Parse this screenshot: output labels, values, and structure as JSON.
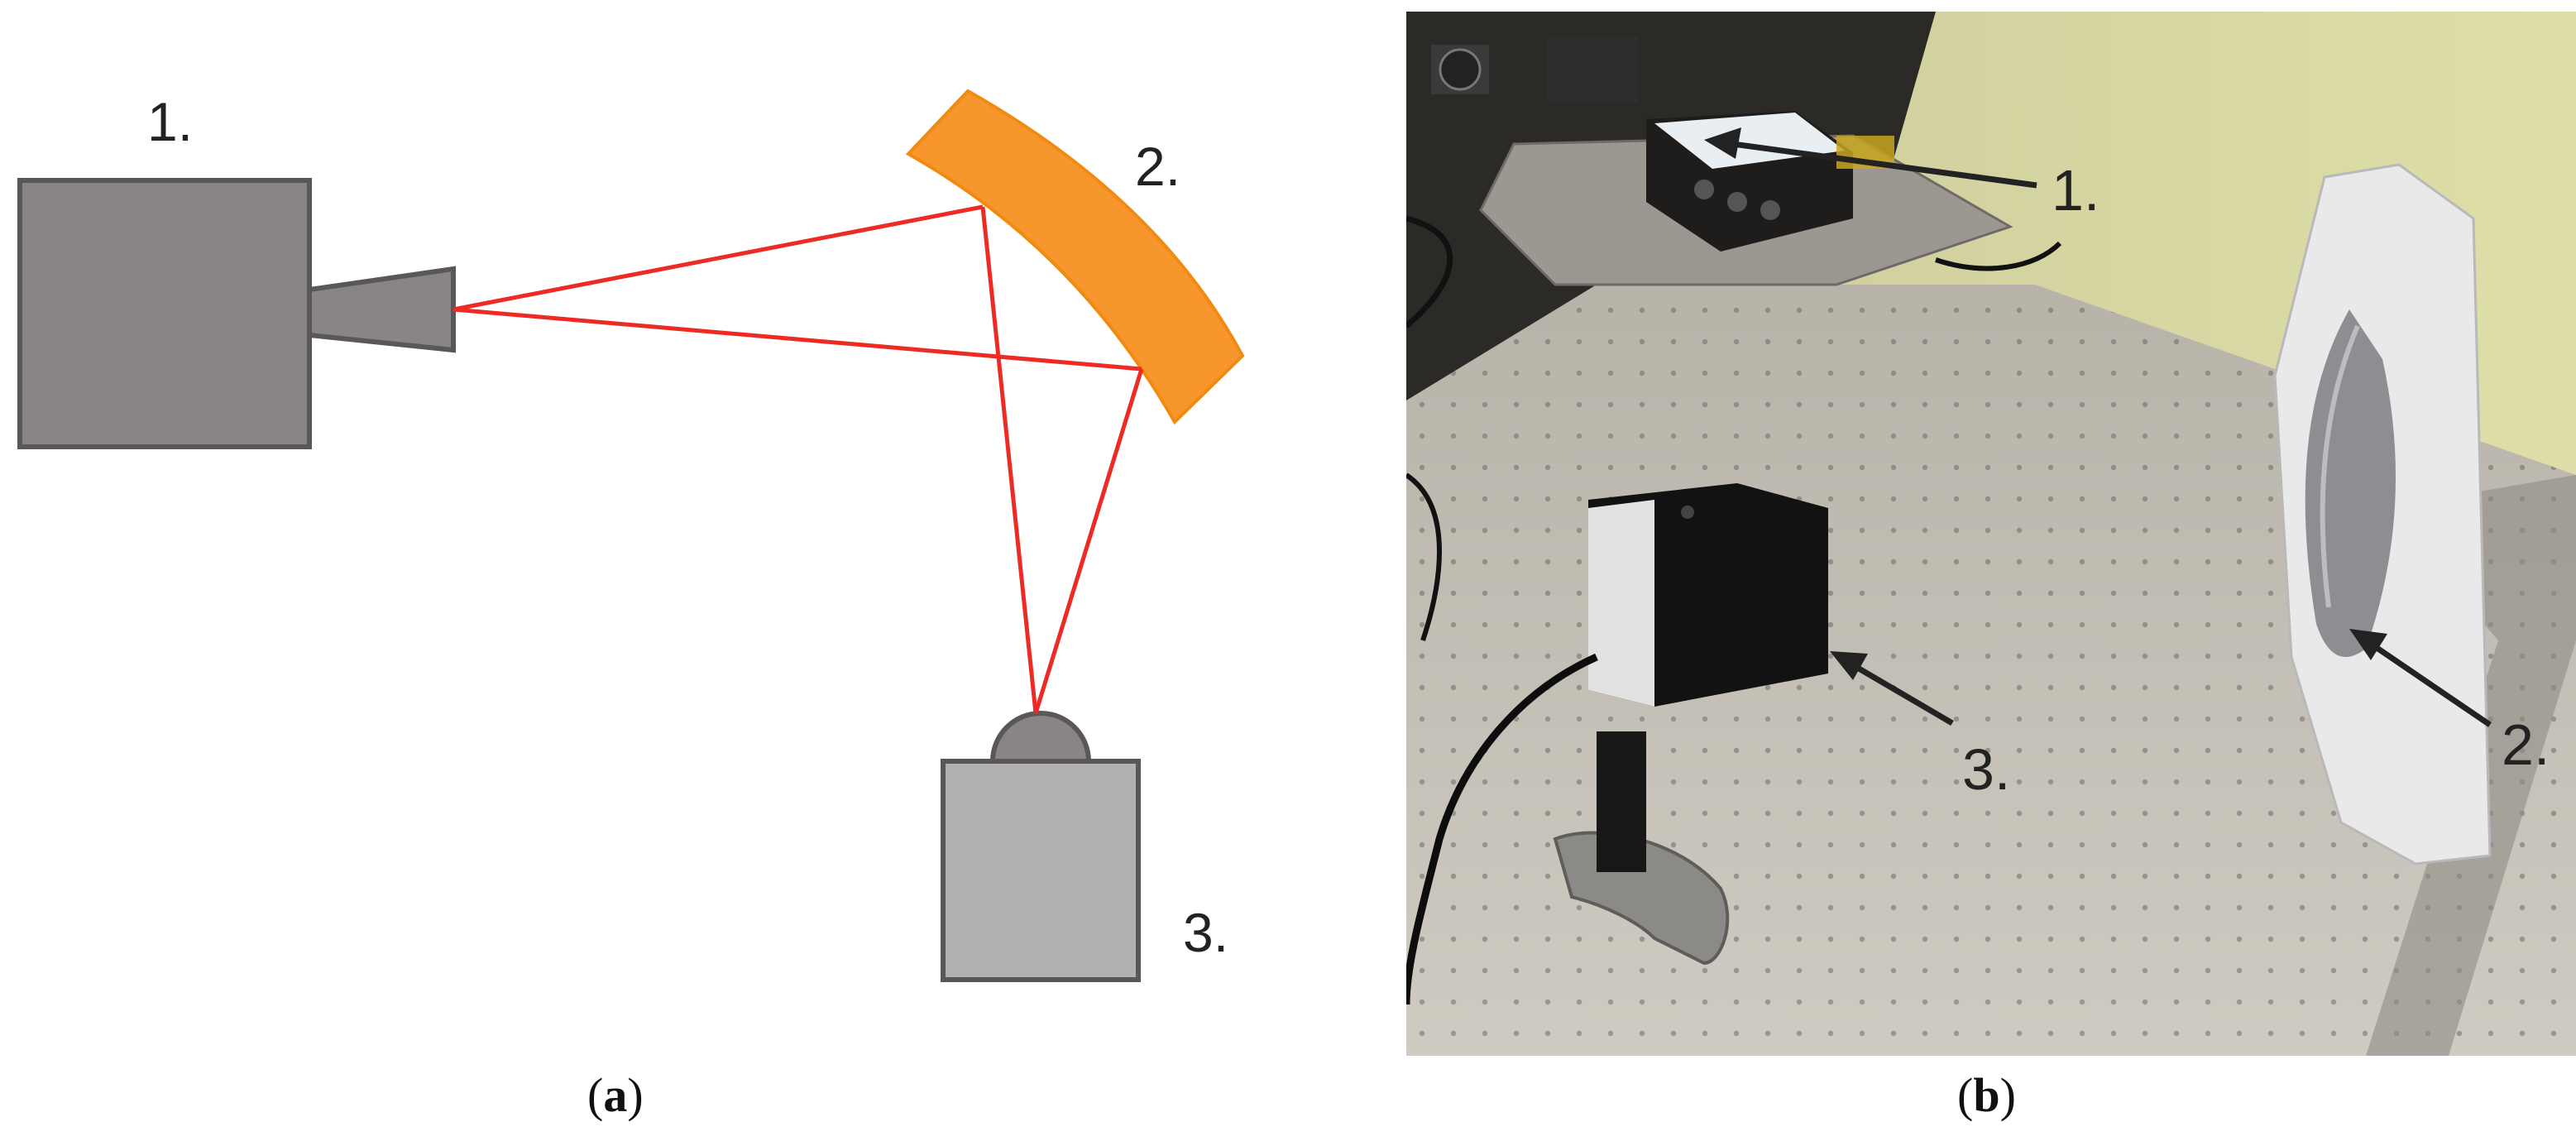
{
  "panel_a": {
    "labels": {
      "source": "1.",
      "mirror": "2.",
      "detector": "3."
    },
    "caption_letter": "a",
    "colors": {
      "device_fill": "#8a8585",
      "device_stroke": "#5a5757",
      "mirror_fill": "#f7962c",
      "mirror_stroke": "#f08a10",
      "beam": "#ee2a24"
    }
  },
  "panel_b": {
    "labels": {
      "source": "1.",
      "mirror": "2.",
      "detector": "3."
    },
    "caption_letter": "b"
  },
  "caption_paren_open": "(",
  "caption_paren_close": ")"
}
